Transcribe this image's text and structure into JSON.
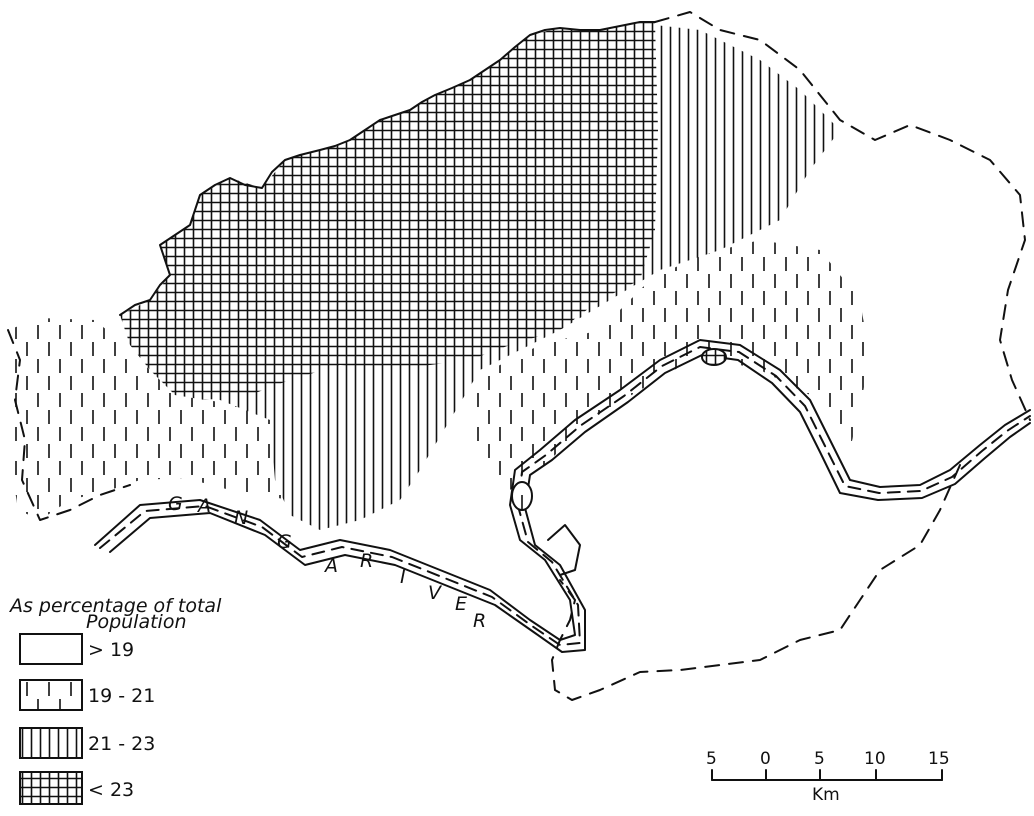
{
  "river": {
    "letters": [
      "G",
      "A",
      "N",
      "G",
      "A",
      "R",
      "I",
      "V",
      "E",
      "R"
    ]
  },
  "legend": {
    "title_line1": "As percentage of total",
    "title_line2": "Population",
    "items": [
      {
        "label": "> 19",
        "pattern": "blank"
      },
      {
        "label": "19 - 21",
        "pattern": "dashed-vertical"
      },
      {
        "label": "21 - 23",
        "pattern": "vertical-lines"
      },
      {
        "label": "< 23",
        "pattern": "grid"
      }
    ]
  },
  "scale": {
    "ticks": [
      "5",
      "0",
      "5",
      "10",
      "15"
    ],
    "unit": "Km"
  },
  "island_label": "",
  "colors": {
    "ink": "#111111",
    "paper": "#ffffff"
  }
}
